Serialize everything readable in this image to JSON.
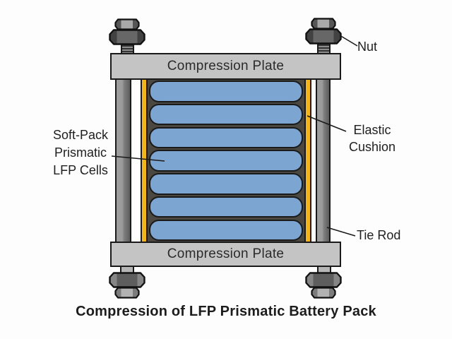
{
  "figure": {
    "title": "Compression of LFP Prismatic Battery Pack",
    "plate_top_label": "Compression Plate",
    "plate_bottom_label": "Compression Plate",
    "callouts": {
      "nut": "Nut",
      "elastic_cushion": "Elastic\nCushion",
      "soft_pack_cells": "Soft-Pack\nPrismatic\nLFP Cells",
      "tie_rod": "Tie Rod"
    },
    "cell_count": 7,
    "colors": {
      "cell_blue": "#7da5d1",
      "cushion_yellow": "#f4b41d",
      "plate_gray": "#c4c4c4",
      "rod_gray": "#9c9c9c",
      "housing_dark": "#4b4741",
      "outline_black": "#1a1a1a"
    }
  }
}
